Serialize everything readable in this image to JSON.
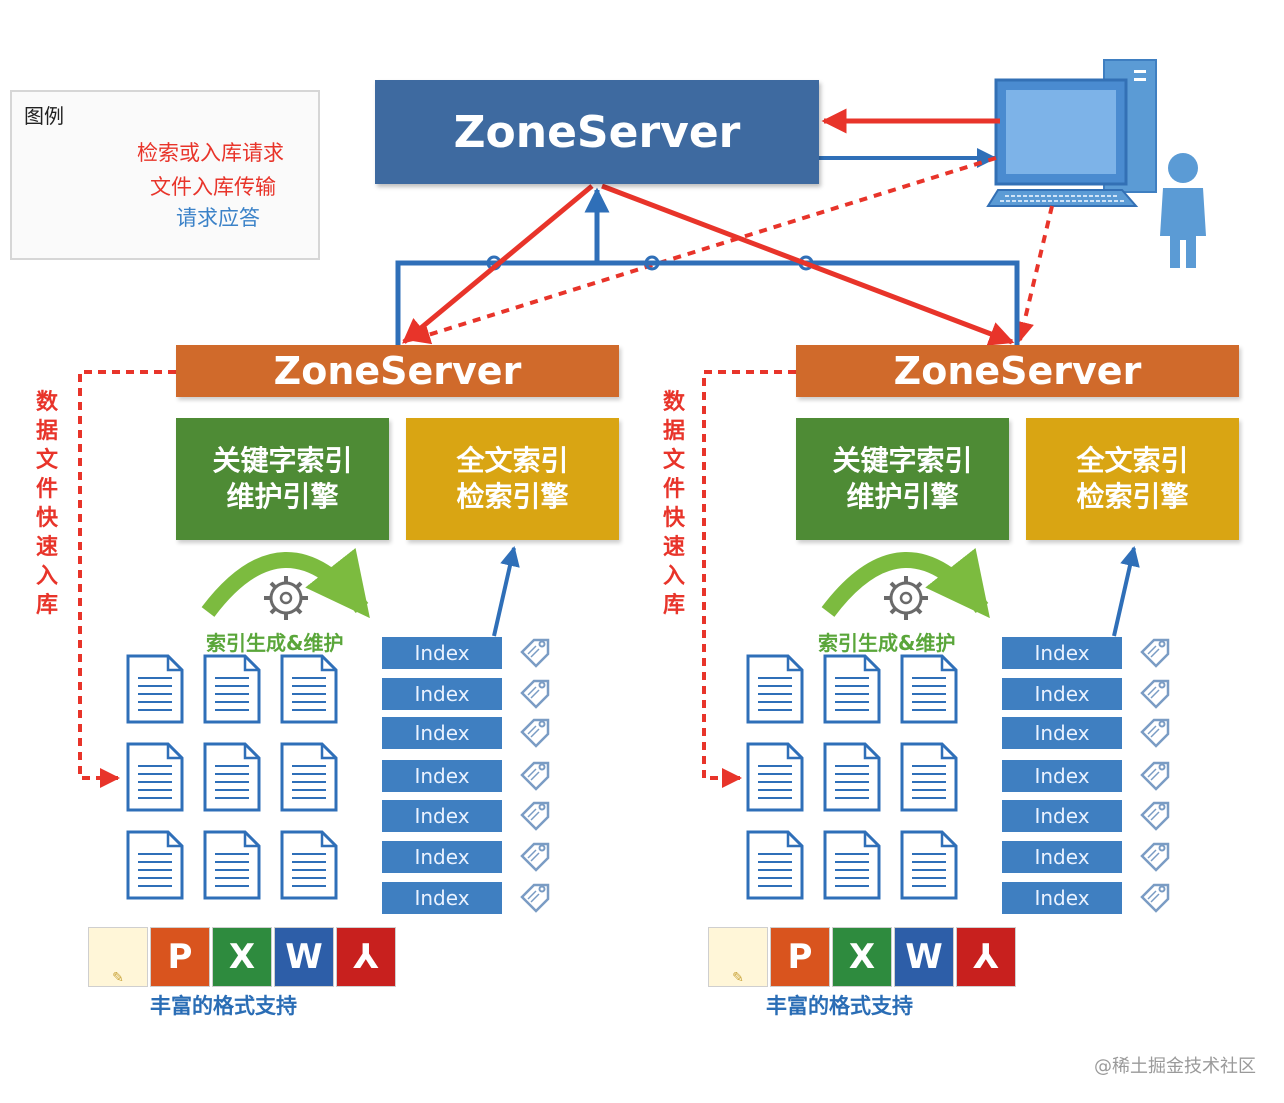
{
  "legend": {
    "title": "图例",
    "items": [
      {
        "label": "检索或入库请求",
        "color": "#e8342a",
        "style": "solid"
      },
      {
        "label": "文件入库传输",
        "color": "#e8342a",
        "style": "dotted"
      },
      {
        "label": "请求应答",
        "color": "#3b82c8",
        "style": "solid"
      }
    ]
  },
  "top_server": {
    "label": "ZoneServer"
  },
  "nodes": [
    {
      "server_label": "ZoneServer",
      "side_label": "数据文件快速入库",
      "keyword_engine": [
        "关键字索引",
        "维护引擎"
      ],
      "fulltext_engine": [
        "全文索引",
        "检索引擎"
      ],
      "index_gen_label": "索引生成&维护",
      "index_items": [
        "Index",
        "Index",
        "Index",
        "Index",
        "Index",
        "Index",
        "Index"
      ],
      "format_label": "丰富的格式支持",
      "format_icons": [
        "txt-icon",
        "powerpoint-icon",
        "excel-icon",
        "word-icon",
        "pdf-icon"
      ]
    },
    {
      "server_label": "ZoneServer",
      "side_label": "数据文件快速入库",
      "keyword_engine": [
        "关键字索引",
        "维护引擎"
      ],
      "fulltext_engine": [
        "全文索引",
        "检索引擎"
      ],
      "index_gen_label": "索引生成&维护",
      "index_items": [
        "Index",
        "Index",
        "Index",
        "Index",
        "Index",
        "Index",
        "Index"
      ],
      "format_label": "丰富的格式支持",
      "format_icons": [
        "txt-icon",
        "powerpoint-icon",
        "excel-icon",
        "word-icon",
        "pdf-icon"
      ]
    }
  ],
  "colors": {
    "request": "#e8342a",
    "response": "#3b82c8",
    "top_server": "#3e6aa0",
    "zone_server": "#d06a2b",
    "keyword_engine": "#4e8b35",
    "fulltext_engine": "#d9a513",
    "index": "#3f7fc1"
  },
  "watermark": "@稀土掘金技术社区"
}
